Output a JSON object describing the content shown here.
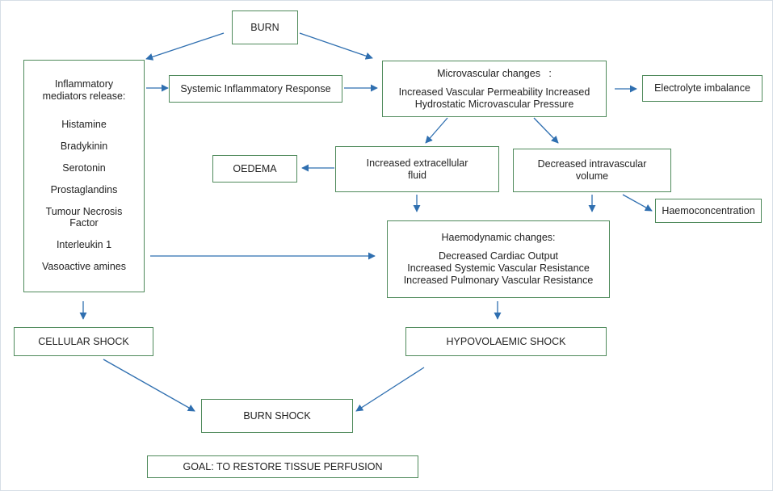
{
  "diagram": {
    "burn": "BURN",
    "inflammatory": {
      "title_line1": "Inflammatory",
      "title_line2": "mediators release:",
      "items": [
        "Histamine",
        "Bradykinin",
        "Serotonin",
        "Prostaglandins",
        "Tumour Necrosis",
        "Factor",
        "Interleukin 1",
        "Vasoactive amines"
      ]
    },
    "systemic_response": "Systemic Inflammatory Response",
    "microvascular": {
      "title": "Microvascular changes   :",
      "line1": "Increased Vascular Permeability Increased",
      "line2": "Hydrostatic Microvascular Pressure"
    },
    "electrolyte": "Electrolyte imbalance",
    "oedema": "OEDEMA",
    "extracellular": {
      "line1": "Increased extracellular",
      "line2": "fluid"
    },
    "intravascular": {
      "line1": "Decreased intravascular",
      "line2": "volume"
    },
    "haemoconcentration": "Haemoconcentration",
    "haemodynamic": {
      "title": "Haemodynamic changes:",
      "line1": "Decreased Cardiac Output",
      "line2": "Increased Systemic Vascular Resistance",
      "line3": "Increased Pulmonary Vascular Resistance"
    },
    "cellular_shock": "CELLULAR SHOCK",
    "hypovolaemic_shock": "HYPOVOLAEMIC SHOCK",
    "burn_shock": "BURN SHOCK",
    "goal": "GOAL: TO RESTORE TISSUE PERFUSION"
  },
  "colors": {
    "box_border": "#4f8a5b",
    "arrow": "#2f6fb0",
    "text": "#222222"
  }
}
